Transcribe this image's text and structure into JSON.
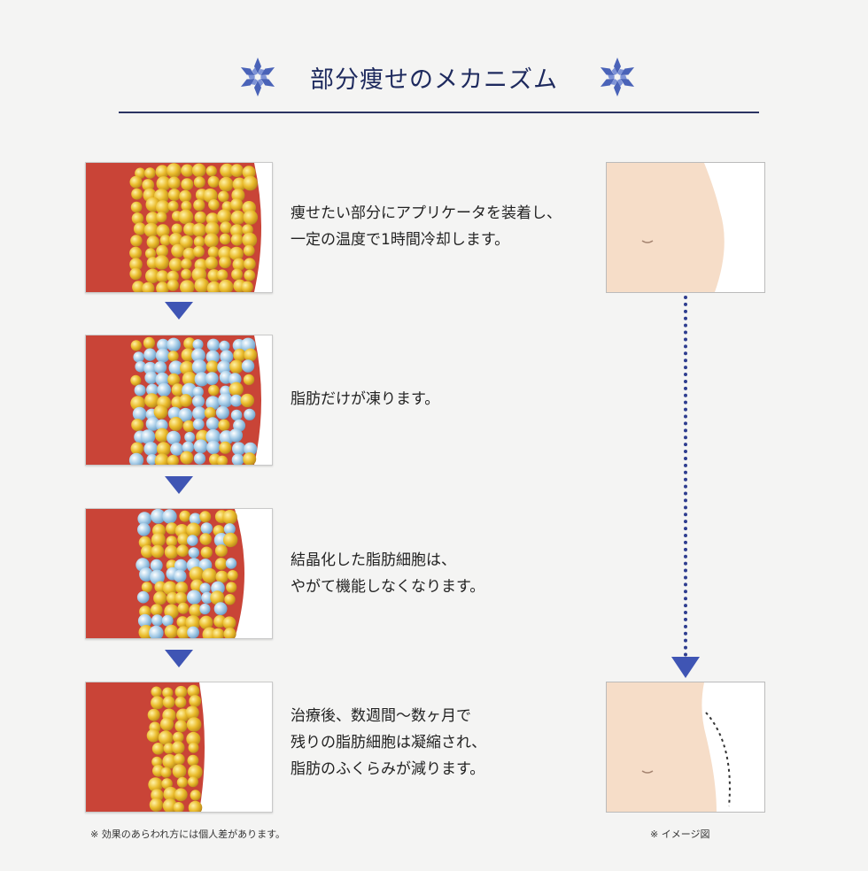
{
  "title": "部分痩せのメカニズム",
  "colors": {
    "accent": "#1e2a5e",
    "arrow": "#3f55b4",
    "skin": "#f6ddc8",
    "tissue": "#c4443a",
    "fat": "#e8b52a",
    "ice": "#9fc8e4"
  },
  "steps": [
    {
      "lines": [
        "痩せたい部分にアプリケータを装着し、",
        "一定の温度で1時間冷却します。"
      ]
    },
    {
      "lines": [
        "脂肪だけが凍ります。"
      ]
    },
    {
      "lines": [
        "結晶化した脂肪細胞は、",
        "やがて機能しなくなります。"
      ]
    },
    {
      "lines": [
        "治療後、数週間〜数ヶ月で",
        "残りの脂肪細胞は凝縮され、",
        "脂肪のふくらみが減ります。"
      ]
    }
  ],
  "footnotes": {
    "left": "※ 効果のあらわれ方には個人差があります。",
    "right": "※ イメージ図"
  },
  "icons": {
    "title_left": "snowflake-icon",
    "title_right": "snowflake-icon"
  }
}
